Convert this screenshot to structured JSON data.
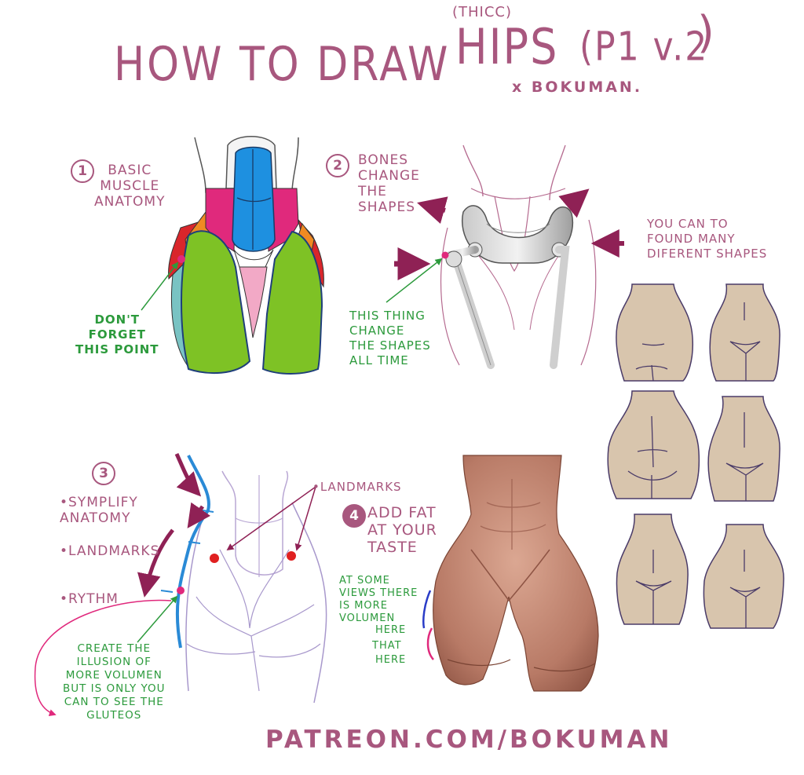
{
  "header": {
    "title_left": "HOW TO DRAW",
    "title_small": "(THICC)",
    "title_hips": "HIPS",
    "title_part": "(P1 v.2",
    "author": "x BOKUMAN."
  },
  "step1": {
    "number": "1",
    "label": "BASIC\nMUSCLE\nANATOMY",
    "note": "DON'T\nFORGET\nTHIS POINT"
  },
  "step2": {
    "number": "2",
    "label": "BONES\nCHANGE\nTHE\nSHAPES",
    "note": "THIS THING\nCHANGE\nTHE SHAPES\nALL TIME"
  },
  "shapes": {
    "caption": "YOU CAN TO\nFOUND MANY\nDIFERENT SHAPES"
  },
  "step3": {
    "number": "3",
    "bullet1": "•SYMPLIFY\nANATOMY",
    "bullet2": "•LANDMARKS",
    "bullet3": "•RYTHM",
    "landmarks": "•LANDMARKS",
    "note": "CREATE THE\nILLUSION OF\nMORE VOLUMEN\nBUT IS ONLY YOU\nCAN TO SEE THE\nGLUTEOS"
  },
  "step4": {
    "number": "4",
    "label": "ADD FAT\nAT YOUR\nTASTE",
    "note": "AT SOME\nVIEWS THERE\nIS MORE\nVOLUMEN",
    "here1": "HERE",
    "that": "THAT",
    "here2": "HERE"
  },
  "footer": {
    "url": "PATREON.COM/BOKUMAN"
  },
  "colors": {
    "ink": "#a8577e",
    "note": "#2c9a3c",
    "skin": "#d8c5ad",
    "abs": "#1e90e0",
    "thigh": "#7ec225",
    "pink": "#e0297c",
    "orange": "#f08a22",
    "red": "#d9262b",
    "teal": "#79c3c3",
    "arrow": "#8f2155"
  }
}
